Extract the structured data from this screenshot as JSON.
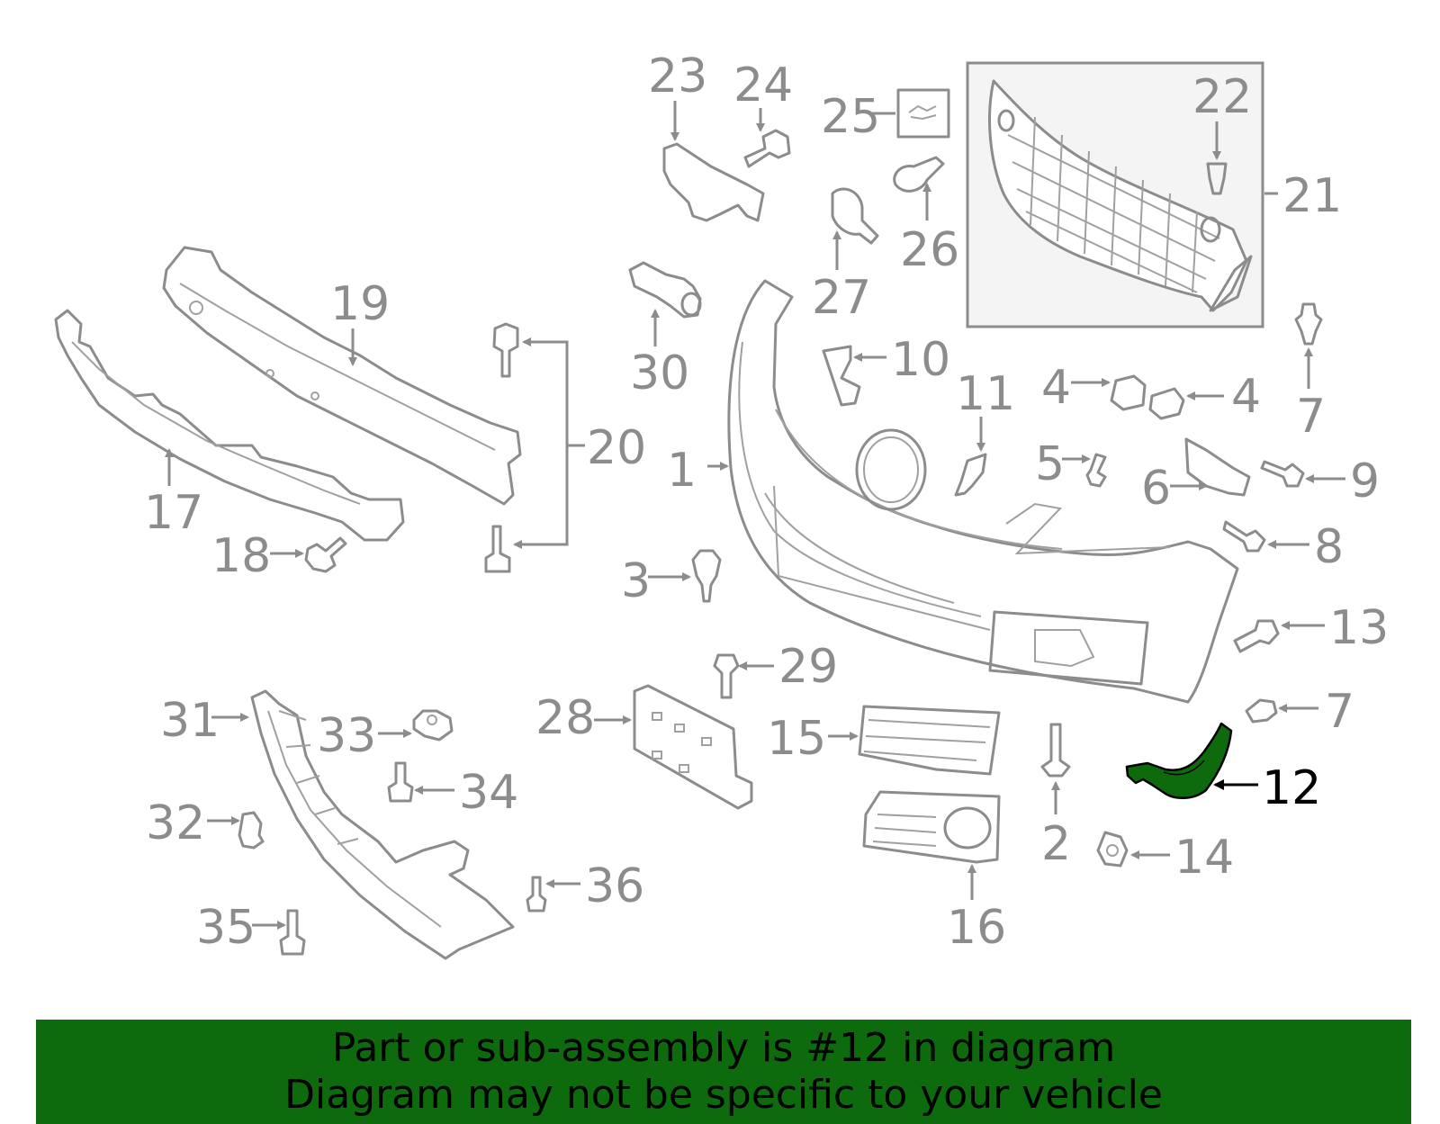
{
  "diagram": {
    "highlight_part": "12",
    "highlight_color": "#0d6a0d",
    "part_color": "#8c8c8c",
    "labels": {
      "p1": "1",
      "p2": "2",
      "p3": "3",
      "p4a": "4",
      "p4b": "4",
      "p5": "5",
      "p6": "6",
      "p7a": "7",
      "p7b": "7",
      "p8": "8",
      "p9": "9",
      "p10": "10",
      "p11": "11",
      "p12": "12",
      "p13": "13",
      "p14": "14",
      "p15": "15",
      "p16": "16",
      "p17": "17",
      "p18": "18",
      "p19": "19",
      "p20": "20",
      "p21": "21",
      "p22": "22",
      "p23": "23",
      "p24": "24",
      "p25": "25",
      "p26": "26",
      "p27": "27",
      "p28": "28",
      "p29": "29",
      "p30": "30",
      "p31": "31",
      "p32": "32",
      "p33": "33",
      "p34": "34",
      "p35": "35",
      "p36": "36"
    }
  },
  "banner": {
    "background": "#0d6a0d",
    "line1": "Part or sub-assembly is #12 in diagram",
    "line2": "Diagram may not be specific to your vehicle"
  }
}
